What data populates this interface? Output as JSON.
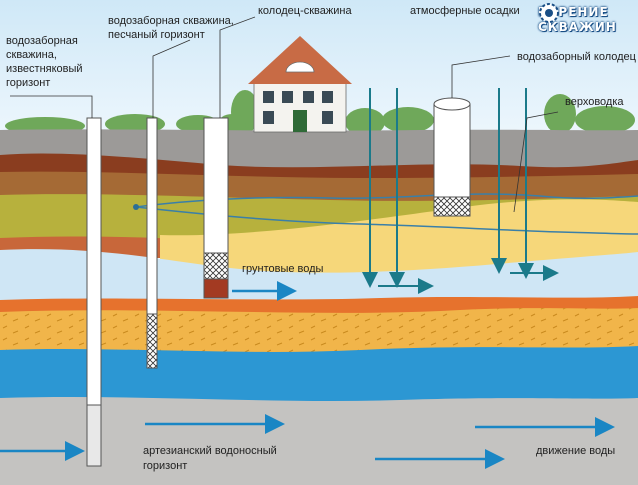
{
  "labels": {
    "well_limestone": {
      "l1": "водозаборная",
      "l2": "скважина,",
      "l3": "известняковый",
      "l4": "горизонт"
    },
    "well_sand": {
      "l1": "водозаборная скважина,",
      "l2": "песчаный горизонт"
    },
    "well_borehole": "колодец-скважина",
    "precipitation": "атмосферные осадки",
    "dug_well": "водозаборный колодец",
    "perched_water": "верховодка",
    "groundwater": "грунтовые воды",
    "artesian": {
      "l1": "артезианский водоносный",
      "l2": "горизонт"
    },
    "water_movement": "движение воды"
  },
  "logo": {
    "line1": "БУРЕНИЕ",
    "line2": "СКВАЖИН"
  },
  "icons": [
    "drill-gear-icon"
  ],
  "colors": {
    "aquifer_blue": "#2c97d3",
    "flow_arrow": "#1a86c4",
    "clay_brown": "#8a3d1f",
    "sand": "#f1b54a"
  }
}
